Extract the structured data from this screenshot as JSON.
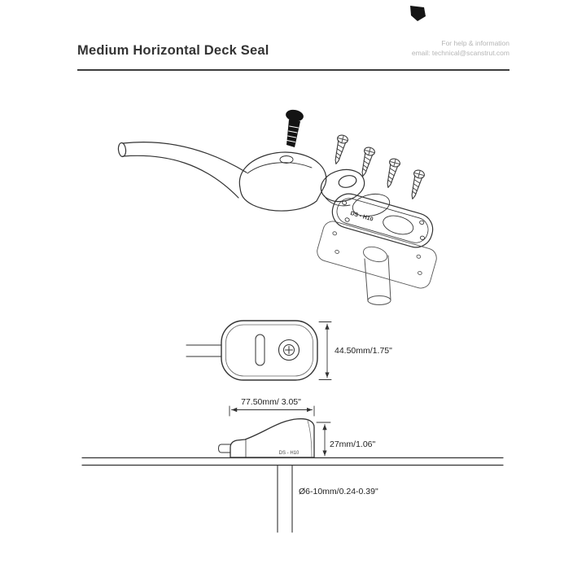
{
  "header": {
    "title": "Medium Horizontal Deck Seal",
    "help_line1": "For help & information",
    "help_line2": "email: technical@scanstrut.com"
  },
  "exploded_view": {
    "product_label": "DS - H10"
  },
  "top_view": {
    "height_dim": "44.50mm/1.75\""
  },
  "side_view": {
    "product_label": "DS - H10",
    "width_dim": "77.50mm/ 3.05\"",
    "height_dim": "27mm/1.06\"",
    "hole_dim": "Ø6-10mm/0.24-0.39\""
  }
}
